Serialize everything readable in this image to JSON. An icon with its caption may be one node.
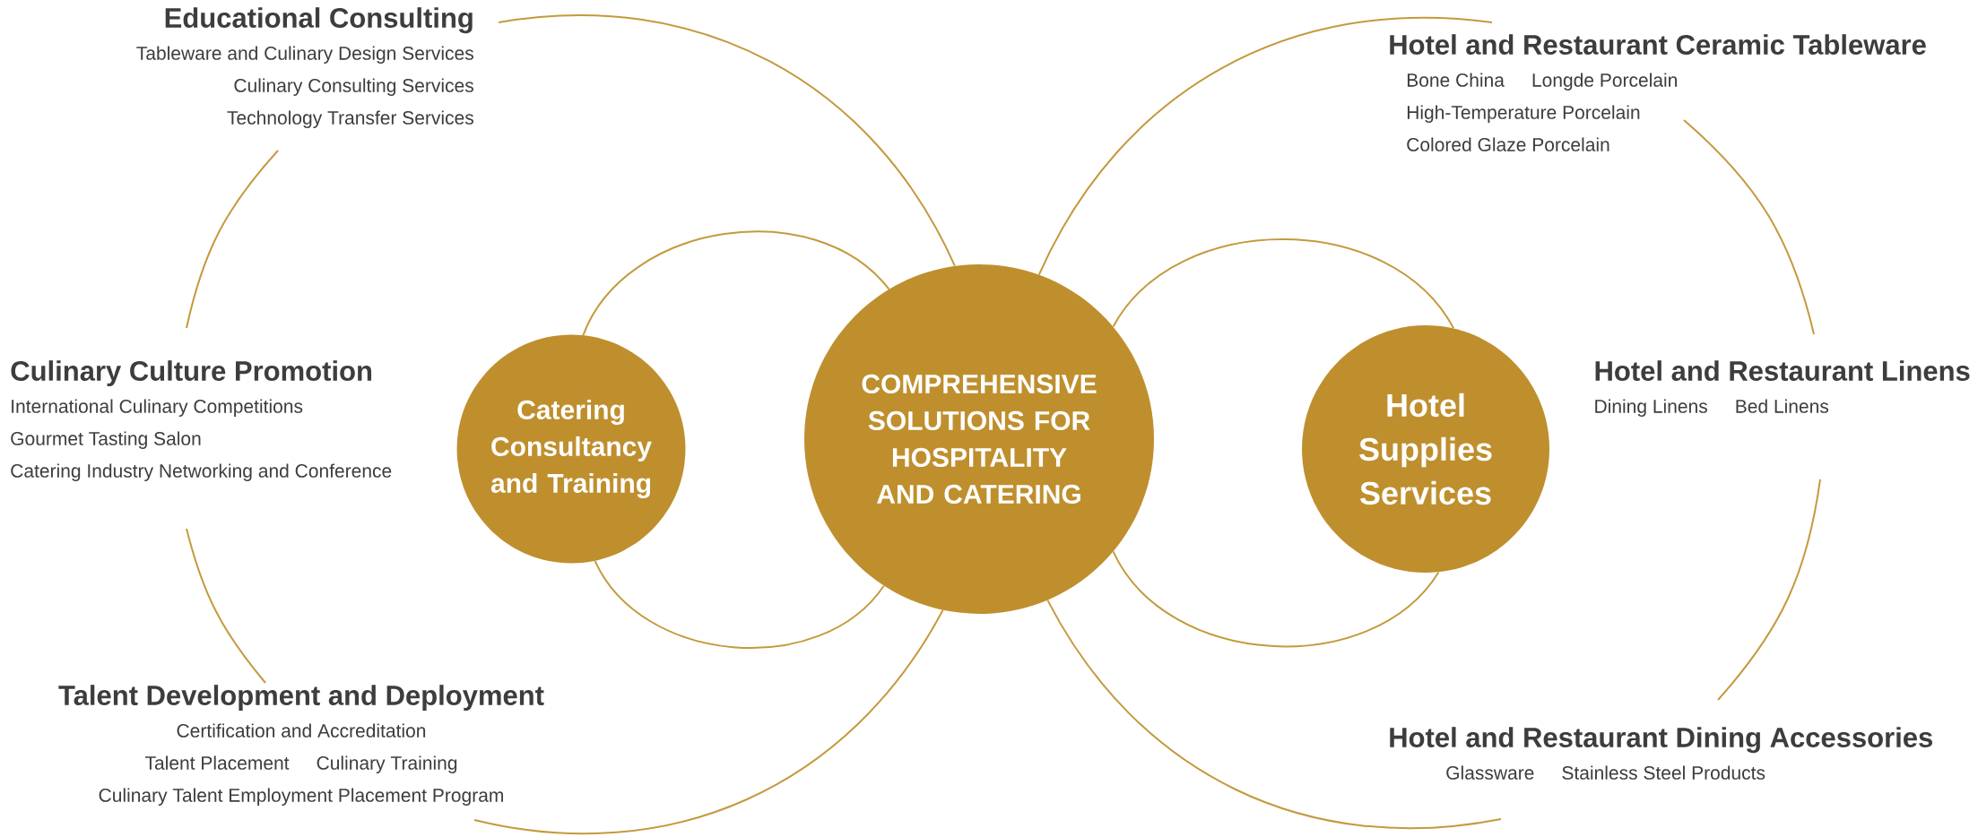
{
  "diagram": {
    "nodes": [
      {
        "text": [
          "COMPREHENSIVE SOLUTIONS FOR HOSPITALITY AND CATERING"
        ]
      },
      {
        "text": [
          "Catering Consultancy and Training"
        ]
      },
      {
        "text": [
          "Hotel Supplies Services"
        ]
      },
      {
        "text": [
          "Educational Consulting",
          "Tableware and Culinary Design Services",
          "Culinary Consulting Services",
          "Technology Transfer Services"
        ]
      },
      {
        "text": [
          "Culinary Culture Promotion",
          "International Culinary Competitions",
          "Gourmet Tasting Salon",
          "Catering Industry Networking and Conference"
        ]
      },
      {
        "text": [
          "Talent Development and Deployment",
          "Certification and Accreditation",
          "Talent Placement",
          "Culinary Training",
          "Culinary Talent Employment Placement Program"
        ]
      },
      {
        "text": [
          "Hotel and Restaurant Ceramic Tableware",
          "Bone China",
          "Longde Porcelain",
          "High-Temperature Porcelain",
          "Colored Glaze Porcelain"
        ]
      },
      {
        "text": [
          "Hotel and Restaurant Linens",
          "Dining Linens",
          "Bed Linens"
        ]
      },
      {
        "text": [
          "Hotel and Restaurant Dining Accessories",
          "Glassware",
          "Stainless Steel Products"
        ]
      }
    ],
    "edges": [
      {
        "from": 0,
        "to": 3,
        "arrow": "none"
      },
      {
        "from": 3,
        "to": 4,
        "arrow": "none"
      },
      {
        "from": 4,
        "to": 5,
        "arrow": "none"
      },
      {
        "from": 5,
        "to": 0,
        "arrow": "none"
      },
      {
        "from": 0,
        "to": 6,
        "arrow": "none"
      },
      {
        "from": 6,
        "to": 7,
        "arrow": "none"
      },
      {
        "from": 7,
        "to": 8,
        "arrow": "none"
      },
      {
        "from": 8,
        "to": 0,
        "arrow": "none"
      },
      {
        "from": 1,
        "to": 0,
        "arrow": "none"
      },
      {
        "from": 1,
        "to": 0,
        "arrow": "none"
      },
      {
        "from": 0,
        "to": 2,
        "arrow": "none"
      },
      {
        "from": 0,
        "to": 2,
        "arrow": "none"
      }
    ]
  }
}
